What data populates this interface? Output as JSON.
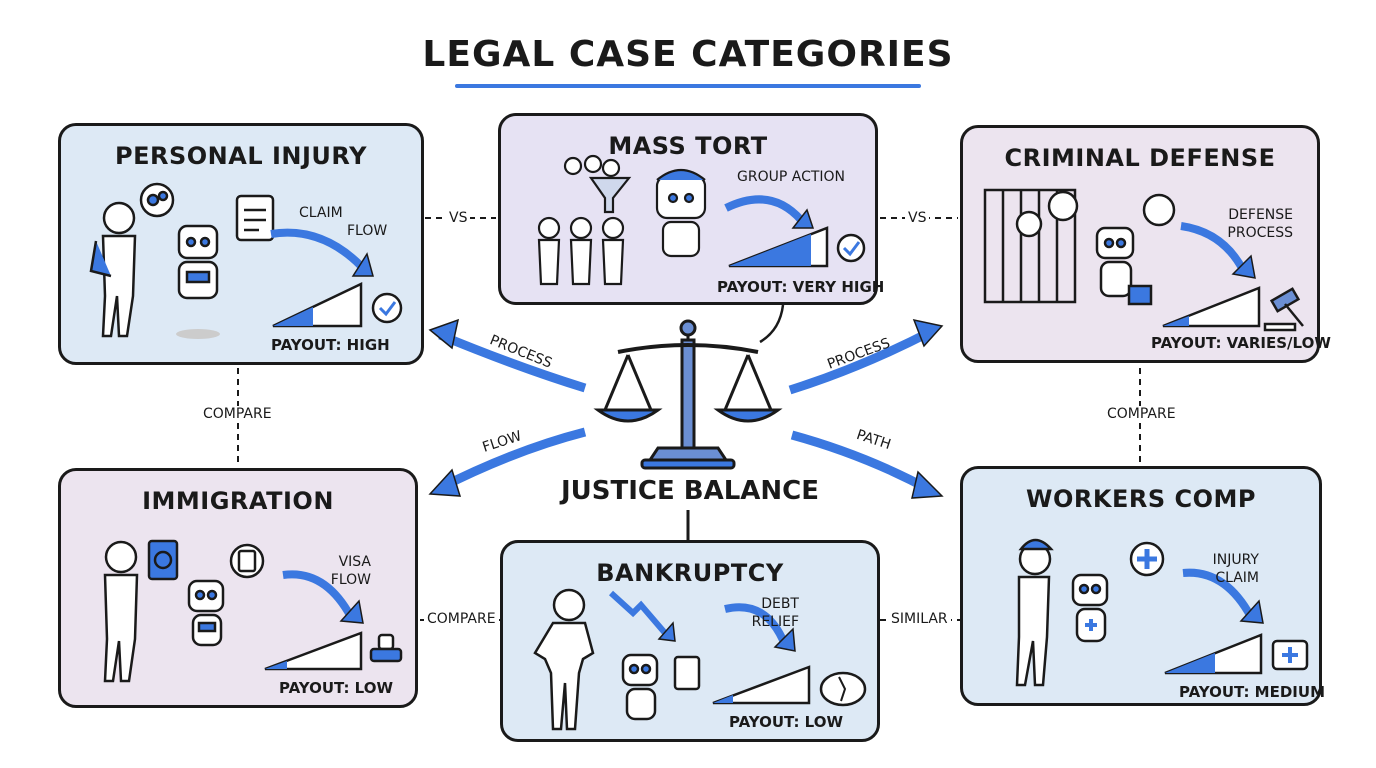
{
  "title": "LEGAL CASE CATEGORIES",
  "center": {
    "label": "JUSTICE BALANCE"
  },
  "panels": {
    "personal_injury": {
      "title": "PERSONAL INJURY",
      "note_line1": "CLAIM",
      "note_line2": "FLOW",
      "payout": "PAYOUT: HIGH"
    },
    "mass_tort": {
      "title": "MASS TORT",
      "note": "GROUP ACTION",
      "payout": "PAYOUT: VERY HIGH"
    },
    "criminal_defense": {
      "title": "CRIMINAL DEFENSE",
      "note_line1": "DEFENSE",
      "note_line2": "PROCESS",
      "payout": "PAYOUT: VARIES/LOW"
    },
    "immigration": {
      "title": "IMMIGRATION",
      "note_line1": "VISA",
      "note_line2": "FLOW",
      "payout": "PAYOUT: LOW"
    },
    "bankruptcy": {
      "title": "BANKRUPTCY",
      "note_line1": "DEBT",
      "note_line2": "RELIEF",
      "payout": "PAYOUT: LOW"
    },
    "workers_comp": {
      "title": "WORKERS COMP",
      "note_line1": "INJURY",
      "note_line2": "CLAIM",
      "payout": "PAYOUT: MEDIUM"
    }
  },
  "connectors": {
    "vs_left": "VS",
    "vs_right": "VS",
    "compare_left": "COMPARE",
    "compare_right": "COMPARE",
    "compare_bottom": "COMPARE",
    "similar_bottom": "SIMILAR"
  },
  "arrows": {
    "process_left": "PROCESS",
    "process_right": "PROCESS",
    "flow_left": "FLOW",
    "path_right": "PATH"
  },
  "colors": {
    "accent": "#3b78e0",
    "panel_blue": "#dde9f5",
    "panel_purple": "#e6e2f3",
    "panel_pink": "#ece4ef"
  }
}
